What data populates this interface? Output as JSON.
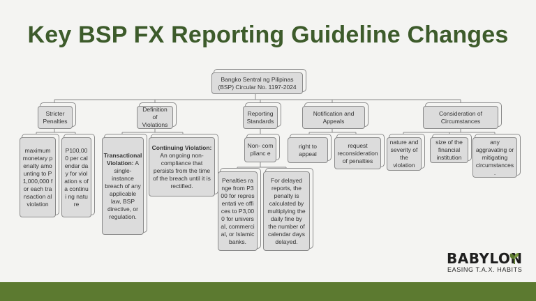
{
  "title": "Key BSP FX Reporting Guideline Changes",
  "root": "Bangko Sentral ng Pilipinas (BSP) Circular No. 1197-2024",
  "categories": {
    "stricter": "Stricter Penalties",
    "definition": "Definition of Violations",
    "reporting": "Reporting Standards",
    "notification": "Notification and Appeals",
    "consideration": "Consideration of Circumstances"
  },
  "stricter_items": {
    "max_penalty": "maximum monetary penalty amounting to P1,000,000 for each transaction al violation",
    "per_day": "P100,00 0 per calendar day for violation s of a continui ng nature"
  },
  "definition_items": {
    "transactional_label": "Transactional Violation:",
    "transactional_text": " A single-instance breach of any applicable law, BSP directive, or regulation.",
    "continuing_label": "Continuing Violation:",
    "continuing_text": " An ongoing non-compliance that persists from the time of the breach until it is rectified."
  },
  "reporting_items": {
    "noncompliance": "Non- complianc e",
    "penalties_range": "Penalties range from P300 for representati ve offices to P3,000 for universal, commercial, or Islamic banks.",
    "delayed": "For delayed reports, the penalty is calculated by multiplying the daily fine by the number of calendar days delayed."
  },
  "notification_items": {
    "appeal": "right to appeal",
    "reconsideration": "request reconsideration of penalties"
  },
  "consideration_items": {
    "nature": "nature and severity of the violation",
    "size": "size of the financial institution",
    "aggravating": "any aggravating or mitigating circumstances ."
  },
  "logo": {
    "word": "BABYLON",
    "tagline": "EASING T.A.X. HABITS"
  },
  "colors": {
    "title": "#3d5b2b",
    "bar": "#5c7a30",
    "node_fill": "#dcdcdc",
    "node_border": "#8a8a8a",
    "logo_mark": "#5c7a30"
  }
}
